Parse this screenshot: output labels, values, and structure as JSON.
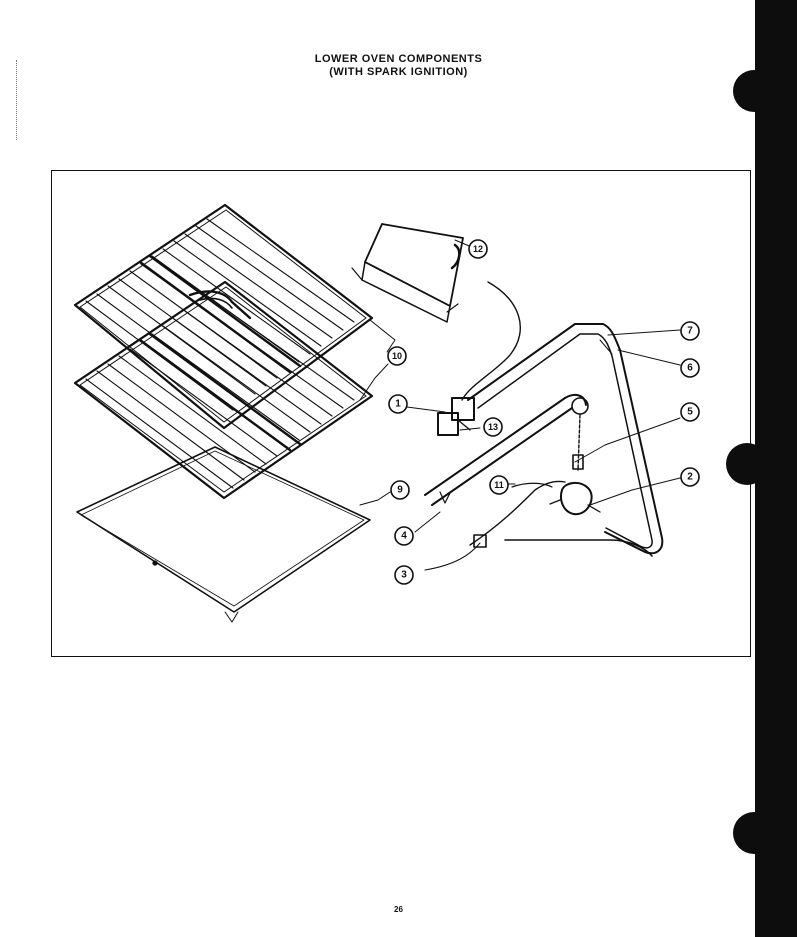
{
  "title": {
    "line1": "LOWER OVEN COMPONENTS",
    "line2": "(WITH SPARK IGNITION)"
  },
  "page_number": "26",
  "callouts": [
    "1",
    "2",
    "3",
    "4",
    "5",
    "6",
    "7",
    "9",
    "10",
    "11",
    "12",
    "13"
  ],
  "colors": {
    "ink": "#111111",
    "paper": "#ffffff",
    "binding_edge": "#0d0d0d"
  },
  "icons": [
    "oven-rack-icon",
    "oven-bottom-panel-icon",
    "ignition-module-icon",
    "burner-tube-icon",
    "gas-valve-icon"
  ]
}
